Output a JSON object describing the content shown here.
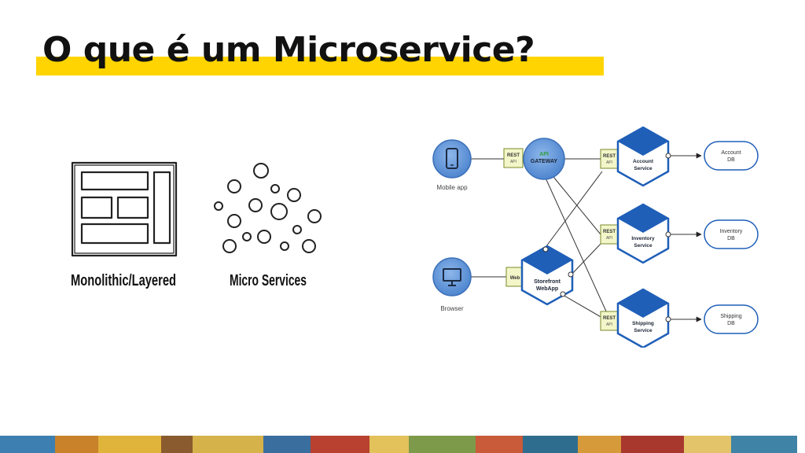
{
  "slide": {
    "title": "O que é um Microservice?"
  },
  "sketch": {
    "monolith_label": "Monolithic/Layered",
    "micro_label": "Micro Services"
  },
  "architecture": {
    "mobile_label": "Mobile app",
    "browser_label": "Browser",
    "gateway_line1": "API",
    "gateway_line2": "GATEWAY",
    "rest_line1": "REST",
    "rest_line2": "API",
    "web_label": "Web",
    "storefront_line1": "Storefront",
    "storefront_line2": "WebApp",
    "account_line1": "Account",
    "account_line2": "Service",
    "inventory_line1": "Inventory",
    "inventory_line2": "Service",
    "shipping_line1": "Shipping",
    "shipping_line2": "Service",
    "account_db_line1": "Account",
    "account_db_line2": "DB",
    "inventory_db_line1": "Inventory",
    "inventory_db_line2": "DB",
    "shipping_db_line1": "Shipping",
    "shipping_db_line2": "DB"
  },
  "colors": {
    "accent_yellow": "#ffd400",
    "node_blue": "#1f5fb8",
    "node_light": "#6fa0dc",
    "rest_fill": "#f3f6c8",
    "gateway_green": "#2e9c3a"
  }
}
